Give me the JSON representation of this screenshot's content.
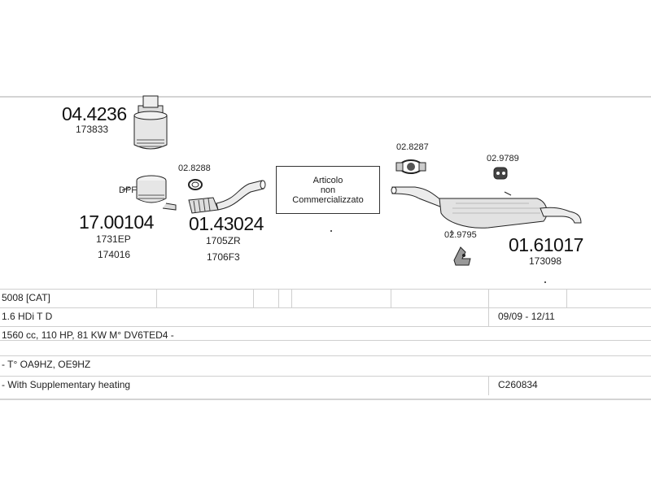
{
  "parts": {
    "p1": {
      "code": "04.4236",
      "ref": "173833"
    },
    "p2": {
      "code": "17.00104",
      "ref1": "1731EP",
      "ref2": "174016",
      "label": "DPF"
    },
    "p3": {
      "code": "01.43024",
      "ref1": "1705ZR",
      "ref2": "1706F3"
    },
    "gasket": {
      "code": "02.8288"
    },
    "clamp": {
      "code": "02.8287"
    },
    "hanger1": {
      "code": "02.9789"
    },
    "hanger2": {
      "code": "02.9795"
    },
    "p4": {
      "code": "01.61017",
      "ref": "173098"
    }
  },
  "note": {
    "line1": "Articolo",
    "line2": "non",
    "line3": "Commercializzato"
  },
  "table": {
    "r1": {
      "c1": "5008  [CAT]"
    },
    "r2": {
      "c1": "1.6 HDi T D",
      "c2": "09/09 - 12/11"
    },
    "r3": {
      "c1": "1560 cc, 110 HP, 81 KW M° DV6TED4 -"
    },
    "r4": {
      "c1": "- T° OA9HZ, OE9HZ"
    },
    "r5": {
      "c1": "- With Supplementary heating",
      "c2": "C260834"
    }
  },
  "colors": {
    "line": "#cfcfcf",
    "ink": "#222222",
    "part_fill": "#e6e6e6"
  }
}
